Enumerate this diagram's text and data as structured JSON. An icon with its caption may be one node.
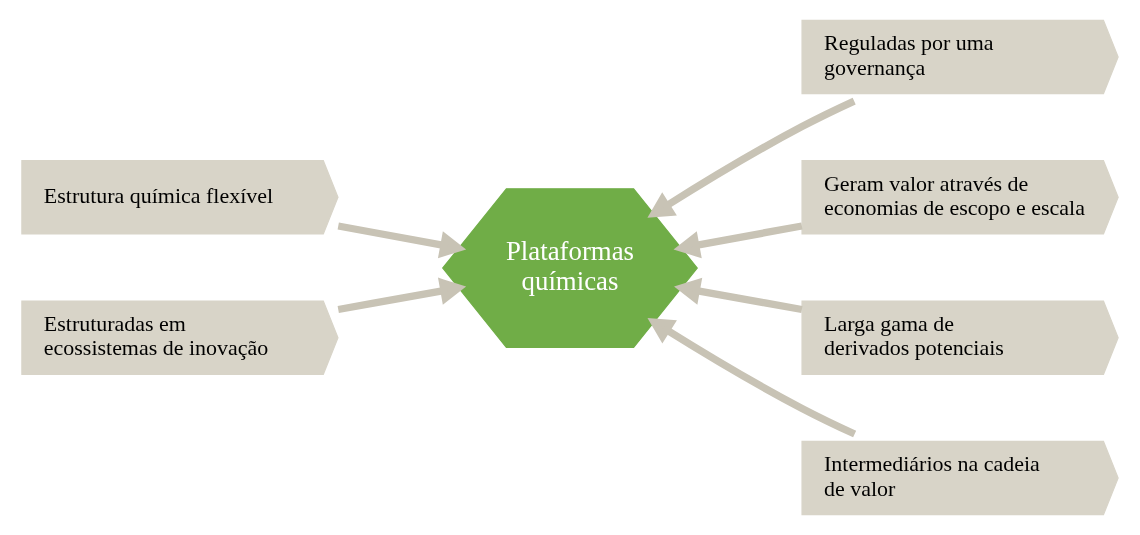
{
  "diagram": {
    "nodes": [
      {
        "text": [
          "Estrutura química flexível"
        ]
      },
      {
        "text": [
          "Estruturadas em ecossistemas de inovação"
        ]
      },
      {
        "text": [
          "Plataformas químicas"
        ]
      },
      {
        "text": [
          "Larga gama de derivados potenciais"
        ]
      },
      {
        "text": [
          "Reguladas por uma governança"
        ]
      },
      {
        "text": [
          "Intermediários na cadeia de valor"
        ]
      },
      {
        "text": [
          "Geram valor através de economias de escopo e escala"
        ]
      }
    ],
    "edges": [
      {
        "from": 0,
        "to": 2,
        "arrow": "to"
      },
      {
        "from": 1,
        "to": 2,
        "arrow": "to"
      },
      {
        "from": 3,
        "to": 2,
        "arrow": "to"
      },
      {
        "from": 4,
        "to": 2,
        "arrow": "to"
      },
      {
        "from": 5,
        "to": 2,
        "arrow": "to"
      },
      {
        "from": 6,
        "to": 2,
        "arrow": "to"
      }
    ]
  }
}
